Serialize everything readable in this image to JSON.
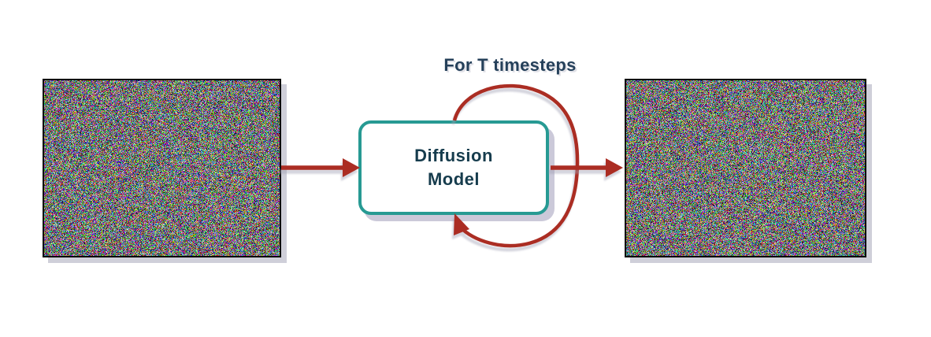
{
  "diagram": {
    "title": "Diffusion model denoising loop diagram",
    "loop_label": "For T timesteps",
    "model_box": {
      "label_line1": "Diffusion",
      "label_line2": "Model",
      "label_full": "Diffusion Model"
    },
    "left_image": {
      "description": "random noise image (input)"
    },
    "right_image": {
      "description": "random noise image (output)"
    },
    "arrows": {
      "input_arrow": "noise image to diffusion model",
      "output_arrow": "diffusion model to noise image",
      "loop_arrow": "diffusion model output looped back to its input"
    },
    "colors": {
      "arrow_red": "#ab2d23",
      "box_border_teal": "#279a93",
      "box_fill": "#ffffff",
      "box_text": "#163c4d",
      "loop_label_text": "#25405a",
      "image_border": "#0b0b0b",
      "shadow": "#a8a7ba",
      "background": "#ffffff"
    }
  }
}
